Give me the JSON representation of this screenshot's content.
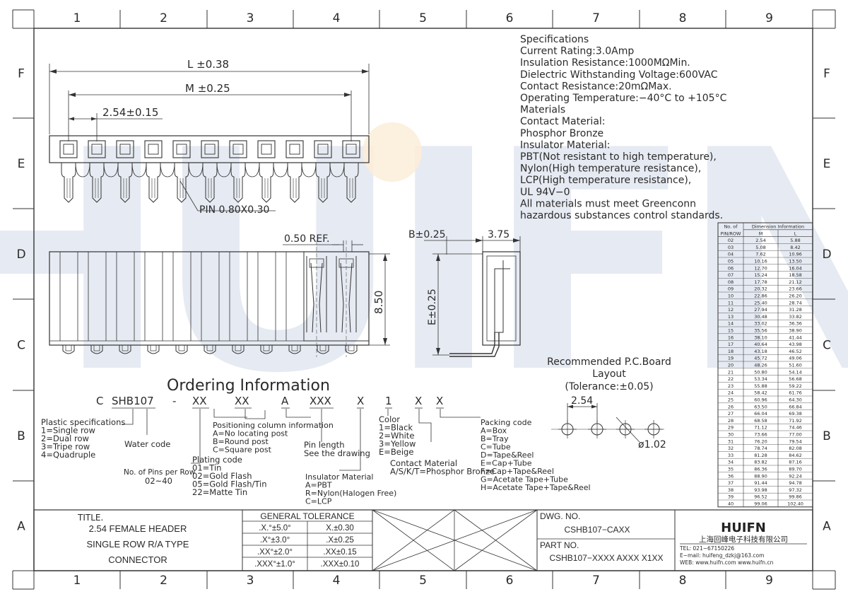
{
  "frame": {
    "columns": [
      "1",
      "2",
      "3",
      "4",
      "5",
      "6",
      "7",
      "8",
      "9"
    ],
    "rows": [
      "F",
      "E",
      "D",
      "C",
      "B",
      "A"
    ]
  },
  "watermark": "HUIFN",
  "specifications": [
    "Specifications",
    "Current  Rating:3.0Amp",
    "Insulation  Resistance:1000MΩMin.",
    "Dielectric  Withstanding  Voltage:600VAC",
    "Contact  Resistance:20mΩMax.",
    "Operating  Temperature:−40°C  to  +105°C",
    "Materials",
    "Contact  Material:",
    "Phosphor  Bronze",
    "Insulator  Material:",
    "PBT(Not  resistant  to  high  temperature),",
    "Nylon(High  temperature  resistance),",
    "LCP(High  temperature  resistance),",
    "UL  94V−0",
    "All  materials  must  meet  Greenconn",
    "hazardous  substances  control  standards."
  ],
  "top_view": {
    "dim_L": "L  ±0.38",
    "dim_M": "M  ±0.25",
    "dim_pitch": "2.54±0.15",
    "pin_label": "PIN  0.80X0.30",
    "pin_count": 11
  },
  "front_view": {
    "ref": "0.50  REF.",
    "height": "8.50"
  },
  "side_view": {
    "dim_B": "B±0.25",
    "dim_375": "3.75",
    "dim_E": "E±0.25"
  },
  "pcb": {
    "title1": "Recommended  P.C.Board",
    "title2": "Layout",
    "tolerance": "(Tolerance:±0.05)",
    "pitch": "2.54",
    "hole": "ø1.02"
  },
  "ordering": {
    "title": "Ordering  Information",
    "code_parts": [
      "C",
      "SHB107",
      "-",
      "XX",
      "XX",
      "A",
      "XXX",
      "X",
      "1",
      "X",
      "X"
    ],
    "plastic": [
      "Plastic  specifications",
      "1=Single  row",
      "2=Dual  row",
      "3=Tripe  row",
      "4=Quadruple"
    ],
    "water": "Water  code",
    "pins": [
      "No. of Pins per Row",
      "02~40"
    ],
    "plating": [
      "Plating  code",
      "01=Tin",
      "02=Gold  Flash",
      "05=Gold  Flash/Tin",
      "22=Matte  Tin"
    ],
    "positioning": [
      "Positioning  column  information",
      "A=No  locating  post",
      "B=Round  post",
      "C=Square  post"
    ],
    "pin_length": [
      "Pin  length",
      "See  the  drawing"
    ],
    "insulator": [
      "Insulator  Material",
      "A=PBT",
      "R=Nylon(Halogen  Free)",
      "C=LCP"
    ],
    "color": [
      "Color",
      "1=Black",
      "2=White",
      "3=Yellow",
      "E=Beige"
    ],
    "contact": [
      "Contact  Material",
      "A/S/K/T=Phosphor  Bronze"
    ],
    "packing": [
      "Packing  code",
      "A=Box",
      "B=Tray",
      "C=Tube",
      "D=Tape&Reel",
      "E=Cap+Tube",
      "F=Cap+Tape&Reel",
      "G=Acetate  Tape+Tube",
      "H=Acetate  Tape+Tape&Reel"
    ]
  },
  "dim_table": {
    "header1": [
      "No.  of",
      "Dimension  Information"
    ],
    "header2": [
      "PIN/ROW",
      "M",
      "L"
    ],
    "rows": [
      [
        "02",
        "2.54",
        "5.88"
      ],
      [
        "03",
        "5.08",
        "8.42"
      ],
      [
        "04",
        "7.62",
        "10.96"
      ],
      [
        "05",
        "10.16",
        "13.50"
      ],
      [
        "06",
        "12.70",
        "16.04"
      ],
      [
        "07",
        "15.24",
        "18.58"
      ],
      [
        "08",
        "17.78",
        "21.12"
      ],
      [
        "09",
        "20.32",
        "23.66"
      ],
      [
        "10",
        "22.86",
        "26.20"
      ],
      [
        "11",
        "25.40",
        "28.74"
      ],
      [
        "12",
        "27.94",
        "31.28"
      ],
      [
        "13",
        "30.48",
        "33.82"
      ],
      [
        "14",
        "33.02",
        "36.36"
      ],
      [
        "15",
        "35.56",
        "38.90"
      ],
      [
        "16",
        "38.10",
        "41.44"
      ],
      [
        "17",
        "40.64",
        "43.98"
      ],
      [
        "18",
        "43.18",
        "46.52"
      ],
      [
        "19",
        "45.72",
        "49.06"
      ],
      [
        "20",
        "48.26",
        "51.60"
      ],
      [
        "21",
        "50.80",
        "54.14"
      ],
      [
        "22",
        "53.34",
        "56.68"
      ],
      [
        "23",
        "55.88",
        "59.22"
      ],
      [
        "24",
        "58.42",
        "61.76"
      ],
      [
        "25",
        "60.96",
        "64.30"
      ],
      [
        "26",
        "63.50",
        "66.84"
      ],
      [
        "27",
        "66.04",
        "69.38"
      ],
      [
        "28",
        "68.58",
        "71.92"
      ],
      [
        "29",
        "71.12",
        "74.46"
      ],
      [
        "30",
        "73.66",
        "77.00"
      ],
      [
        "31",
        "76.20",
        "79.54"
      ],
      [
        "32",
        "78.74",
        "82.08"
      ],
      [
        "33",
        "81.28",
        "84.62"
      ],
      [
        "34",
        "83.82",
        "87.16"
      ],
      [
        "35",
        "86.36",
        "89.70"
      ],
      [
        "36",
        "88.90",
        "92.24"
      ],
      [
        "37",
        "91.44",
        "94.78"
      ],
      [
        "38",
        "93.98",
        "97.32"
      ],
      [
        "39",
        "96.52",
        "99.86"
      ],
      [
        "40",
        "99.06",
        "102.40"
      ]
    ]
  },
  "title_block": {
    "title_label": "TITLE.",
    "title_lines": [
      "2.54  FEMALE  HEADER",
      "SINGLE  ROW  R/A    TYPE",
      "CONNECTOR"
    ],
    "tolerance_header": "GENERAL  TOLERANCE",
    "tolerance_rows": [
      [
        ".X.°±5.0°",
        "X.±0.30"
      ],
      [
        ".X°±3.0°",
        ".X±0.25"
      ],
      [
        ".XX°±2.0°",
        ".XX±0.15"
      ],
      [
        ".XXX°±1.0°",
        ".XXX±0.10"
      ]
    ],
    "dwg_label": "DWG.  NO.",
    "dwg_value": "CSHB107−CAXX",
    "part_label": "PART  NO.",
    "part_value": "CSHB107−XXXX  AXXX  X1XX",
    "company_logo": "HUIFN",
    "company_name": "上海回峰电子科技有限公司",
    "tel": "TEL:  021−67150226",
    "email": "E−mail:  huifeng_dzkj@163.com",
    "web": "WEB:  www.huifn.com    www.huifn.cn"
  }
}
